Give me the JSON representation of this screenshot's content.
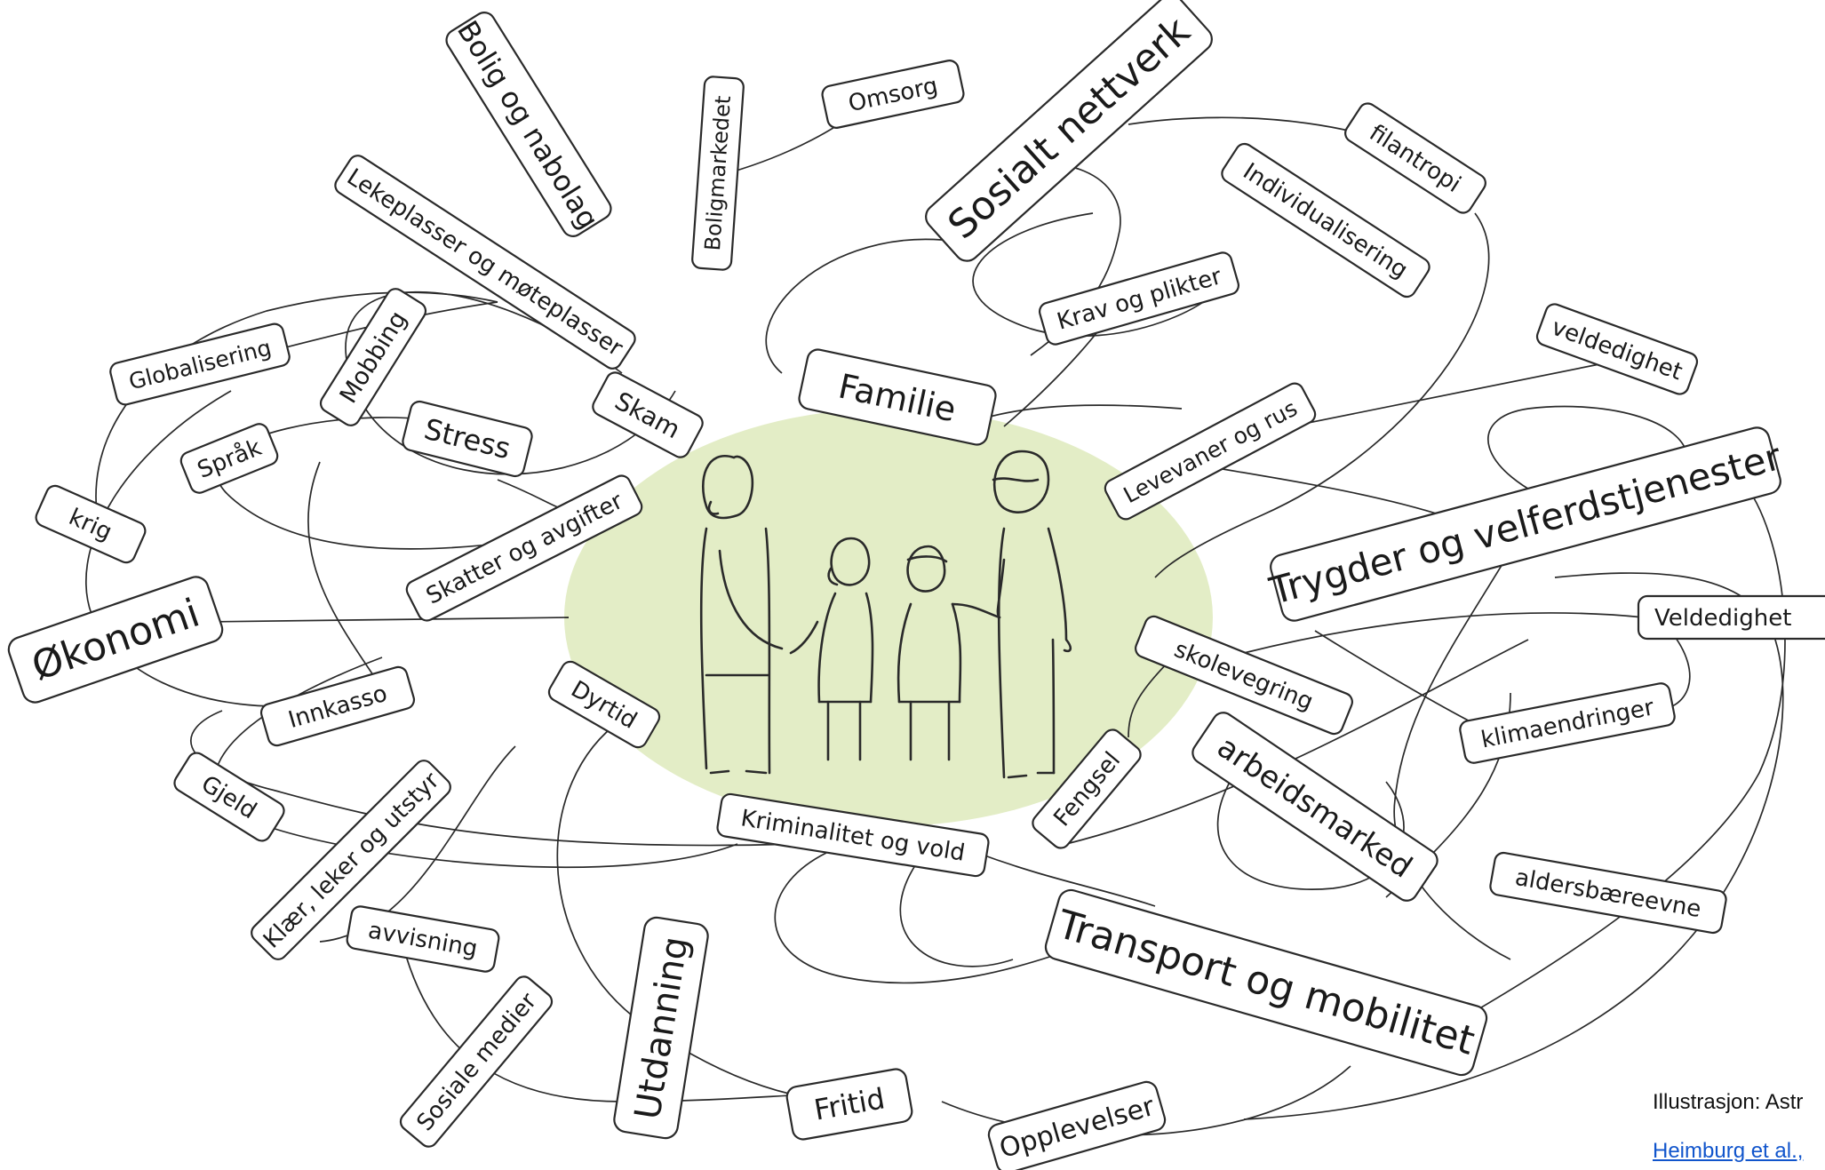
{
  "labels": [
    {
      "id": "bolig-og-nabolag",
      "text": "Bolig og nabolag"
    },
    {
      "id": "boligmarkedet",
      "text": "Boligmarkedet"
    },
    {
      "id": "omsorg",
      "text": "Omsorg"
    },
    {
      "id": "sosialt-nettverk",
      "text": "Sosialt nettverk"
    },
    {
      "id": "filantropi",
      "text": "filantropi"
    },
    {
      "id": "individualisering",
      "text": "Individualisering"
    },
    {
      "id": "lekeplasser-og-moteplasser",
      "text": "Lekeplasser og møteplasser"
    },
    {
      "id": "krav-og-plikter",
      "text": "Krav og plikter"
    },
    {
      "id": "globalisering",
      "text": "Globalisering"
    },
    {
      "id": "mobbing",
      "text": "Mobbing"
    },
    {
      "id": "veldedighet-lower",
      "text": "veldedighet"
    },
    {
      "id": "skam",
      "text": "Skam"
    },
    {
      "id": "familie",
      "text": "Familie"
    },
    {
      "id": "stress",
      "text": "Stress"
    },
    {
      "id": "sprak",
      "text": "Språk"
    },
    {
      "id": "levevaner-og-rus",
      "text": "Levevaner og rus"
    },
    {
      "id": "krig",
      "text": "krig"
    },
    {
      "id": "trygder-og-velferdstjenester",
      "text": "Trygder og velferdstjenester"
    },
    {
      "id": "skatter-og-avgifter",
      "text": "Skatter og avgifter"
    },
    {
      "id": "okonomi",
      "text": "Økonomi"
    },
    {
      "id": "veldedighet-upper",
      "text": "Veldedighet"
    },
    {
      "id": "skolevegring",
      "text": "skolevegring"
    },
    {
      "id": "innkasso",
      "text": "Innkasso"
    },
    {
      "id": "dyrtid",
      "text": "Dyrtid"
    },
    {
      "id": "klimaendringer",
      "text": "klimaendringer"
    },
    {
      "id": "gjeld",
      "text": "Gjeld"
    },
    {
      "id": "fengsel",
      "text": "Fengsel"
    },
    {
      "id": "arbeidsmarked",
      "text": "arbeidsmarked"
    },
    {
      "id": "klaer-leker-og-utstyr",
      "text": "Klær, leker og utstyr"
    },
    {
      "id": "kriminalitet-og-vold",
      "text": "Kriminalitet og vold"
    },
    {
      "id": "aldersbaereevne",
      "text": "aldersbæreevne"
    },
    {
      "id": "avvisning",
      "text": "avvisning"
    },
    {
      "id": "transport-og-mobilitet",
      "text": "Transport og mobilitet"
    },
    {
      "id": "utdanning",
      "text": "Utdanning"
    },
    {
      "id": "sosiale-medier",
      "text": "Sosiale medier"
    },
    {
      "id": "fritid",
      "text": "Fritid"
    },
    {
      "id": "opplevelser",
      "text": "Opplevelser"
    }
  ],
  "credits": {
    "illustration": "Illustrasjon: Astr",
    "source_link": "Heimburg et al.,"
  },
  "colors": {
    "center_ellipse": "#e3edc6",
    "stroke": "#2a2a2a",
    "link": "#1155cc"
  }
}
